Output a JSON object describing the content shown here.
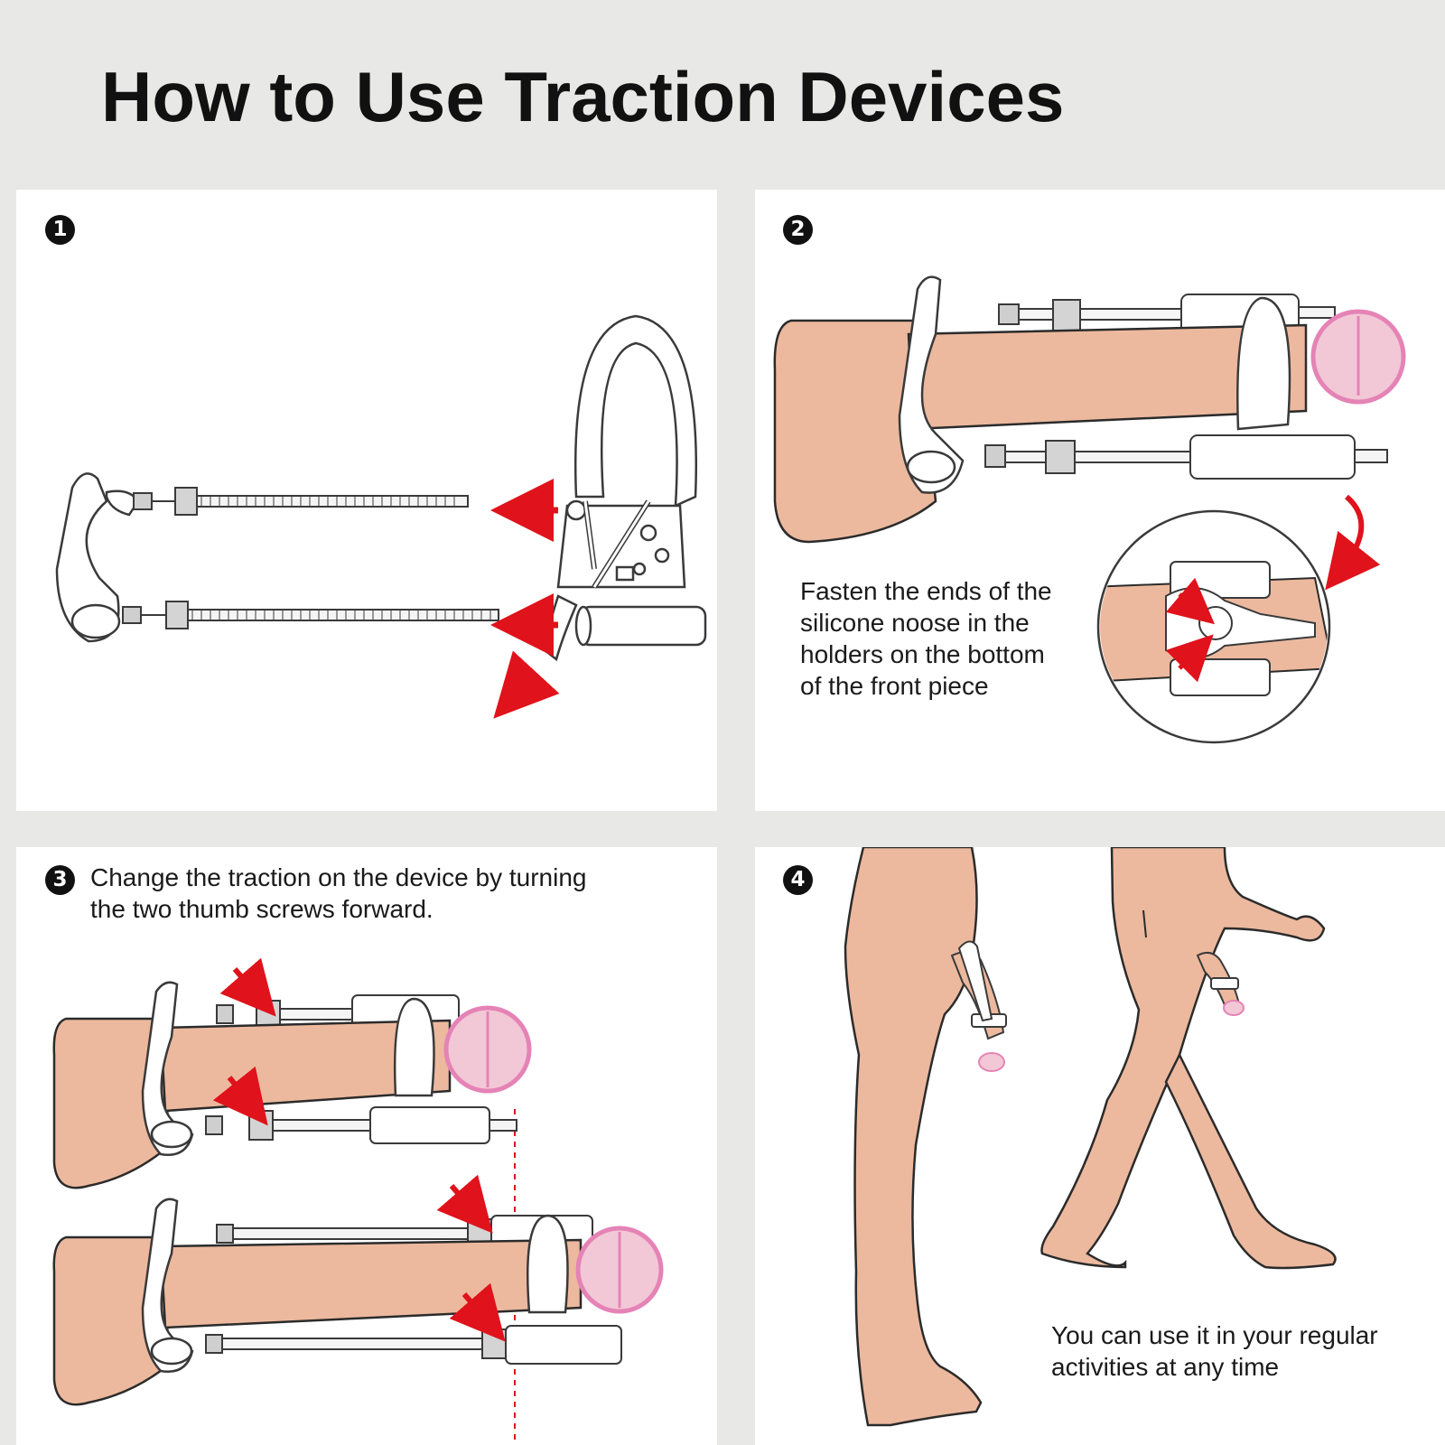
{
  "title": "How to Use Traction Devices",
  "steps": [
    {
      "number": "1",
      "caption": ""
    },
    {
      "number": "2",
      "caption": "Fasten the ends of the\nsilicone noose in the\nholders on the bottom\nof the front piece"
    },
    {
      "number": "3",
      "caption": "Change the traction on the device by turning\nthe two thumb screws forward."
    },
    {
      "number": "4",
      "caption": "You can use it in your regular\nactivities at any time"
    }
  ],
  "colors": {
    "skin": "#ecb99e",
    "skin_outline": "#2b2b2b",
    "tip": "#f2c8d6",
    "tip_outline": "#e583b6",
    "arrow": "#e0121b",
    "device": "#ffffff",
    "device_outline": "#3a3a3a",
    "screw": "#b8b8b8"
  }
}
